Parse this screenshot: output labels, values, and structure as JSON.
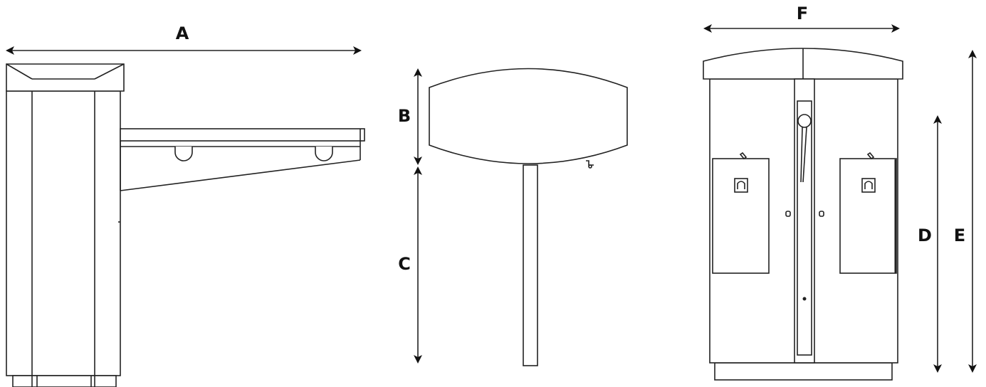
{
  "colors": {
    "line": "#222222",
    "background": "#ffffff"
  },
  "dimension_labels": {
    "a": "A",
    "b": "B",
    "c": "C",
    "d": "D",
    "e": "E",
    "f": "F"
  }
}
